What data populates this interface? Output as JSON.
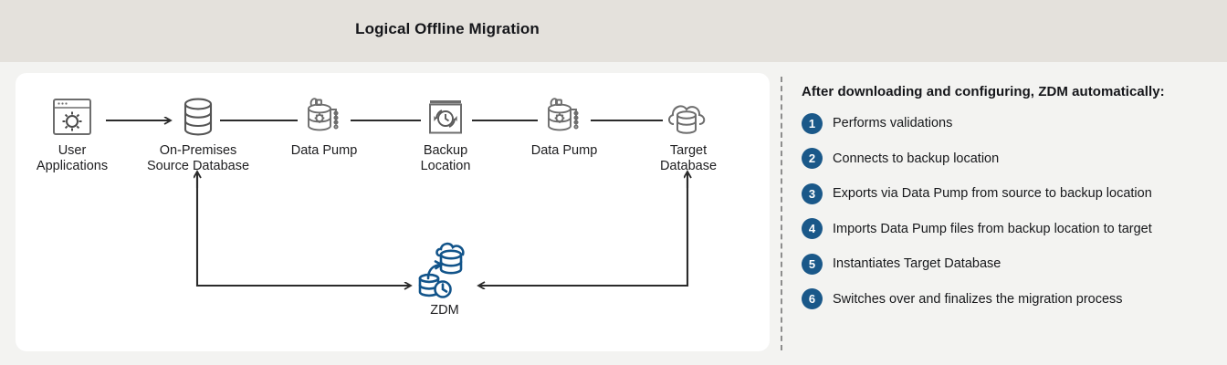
{
  "header": {
    "title": "Logical Offline Migration"
  },
  "colors": {
    "header_bg": "#e4e1dc",
    "page_bg": "#f3f3f1",
    "card_bg": "#ffffff",
    "accent_blue": "#1a5889",
    "zdm_icon_blue": "#12548a",
    "line_dark": "#2b2b2b",
    "icon_gray": "#6d6d6d",
    "divider_gray": "#8d8d8d"
  },
  "diagram": {
    "nodes": [
      {
        "id": "user-applications",
        "label": "User\nApplications",
        "icon": "browser-gear-icon"
      },
      {
        "id": "on-premises-source-database",
        "label": "On-Premises\nSource Database",
        "icon": "database-cylinder-icon"
      },
      {
        "id": "data-pump-1",
        "label": "Data Pump",
        "icon": "data-pump-icon"
      },
      {
        "id": "backup-location",
        "label": "Backup\nLocation",
        "icon": "backup-clock-icon"
      },
      {
        "id": "data-pump-2",
        "label": "Data Pump",
        "icon": "data-pump-icon"
      },
      {
        "id": "target-database",
        "label": "Target\nDatabase",
        "icon": "cloud-database-icon"
      }
    ],
    "zdm": {
      "id": "zdm",
      "label": "ZDM",
      "icon": "zdm-migration-icon"
    }
  },
  "panel": {
    "title": "After downloading and configuring, ZDM automatically:",
    "steps": [
      {
        "number": "1",
        "text": "Performs validations"
      },
      {
        "number": "2",
        "text": "Connects to backup location"
      },
      {
        "number": "3",
        "text": "Exports via Data Pump from source to backup location"
      },
      {
        "number": "4",
        "text": "Imports Data Pump files from backup location to target"
      },
      {
        "number": "5",
        "text": "Instantiates Target Database"
      },
      {
        "number": "6",
        "text": "Switches over and finalizes the migration process"
      }
    ]
  }
}
